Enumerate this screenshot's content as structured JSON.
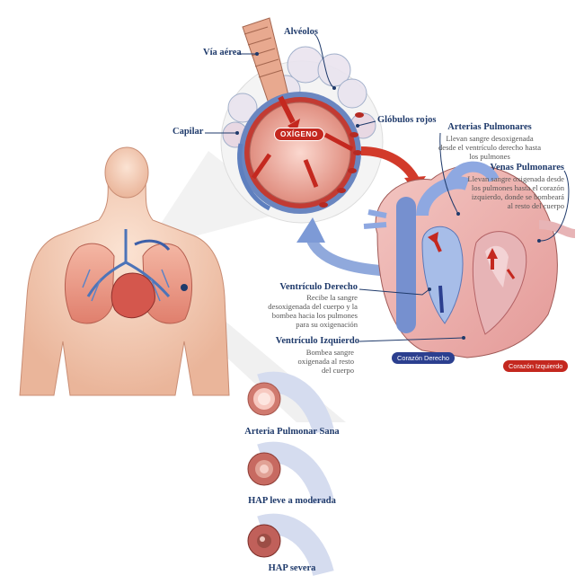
{
  "colors": {
    "label": "#1f3a6b",
    "right_heart": "#2b3f8f",
    "left_heart": "#c4281f",
    "oxygen": "#c4281f"
  },
  "labels": {
    "via_aerea": "Vía aérea",
    "alveolos": "Alvéolos",
    "capilar": "Capilar",
    "globulos_rojos": "Glóbulos rojos",
    "oxigeno": "OXÍGENO",
    "arterias_pulmonares": {
      "title": "Arterias Pulmonares",
      "desc": "Llevan sangre desoxigenada desde el ventrículo derecho hasta los pulmones"
    },
    "venas_pulmonares": {
      "title": "Venas Pulmonares",
      "desc": "Llevan sangre oxigenada desde los pulmones hasta el corazón izquierdo, donde se bombeará al resto del cuerpo"
    },
    "ventriculo_derecho": {
      "title": "Ventrículo Derecho",
      "desc": "Recibe la sangre desoxigenada del cuerpo y la bombea hacia los pulmones para su oxigenación"
    },
    "ventriculo_izquierdo": {
      "title": "Ventrículo Izquierdo",
      "desc": "Bombea sangre oxigenada al resto del cuerpo"
    },
    "corazon_derecho": "Corazón Derecho",
    "corazon_izquierdo": "Corazón Izquierdo"
  },
  "arteries": [
    {
      "label": "Arteria Pulmonar Sana"
    },
    {
      "label": "HAP leve a moderada"
    },
    {
      "label": "HAP severa"
    }
  ]
}
